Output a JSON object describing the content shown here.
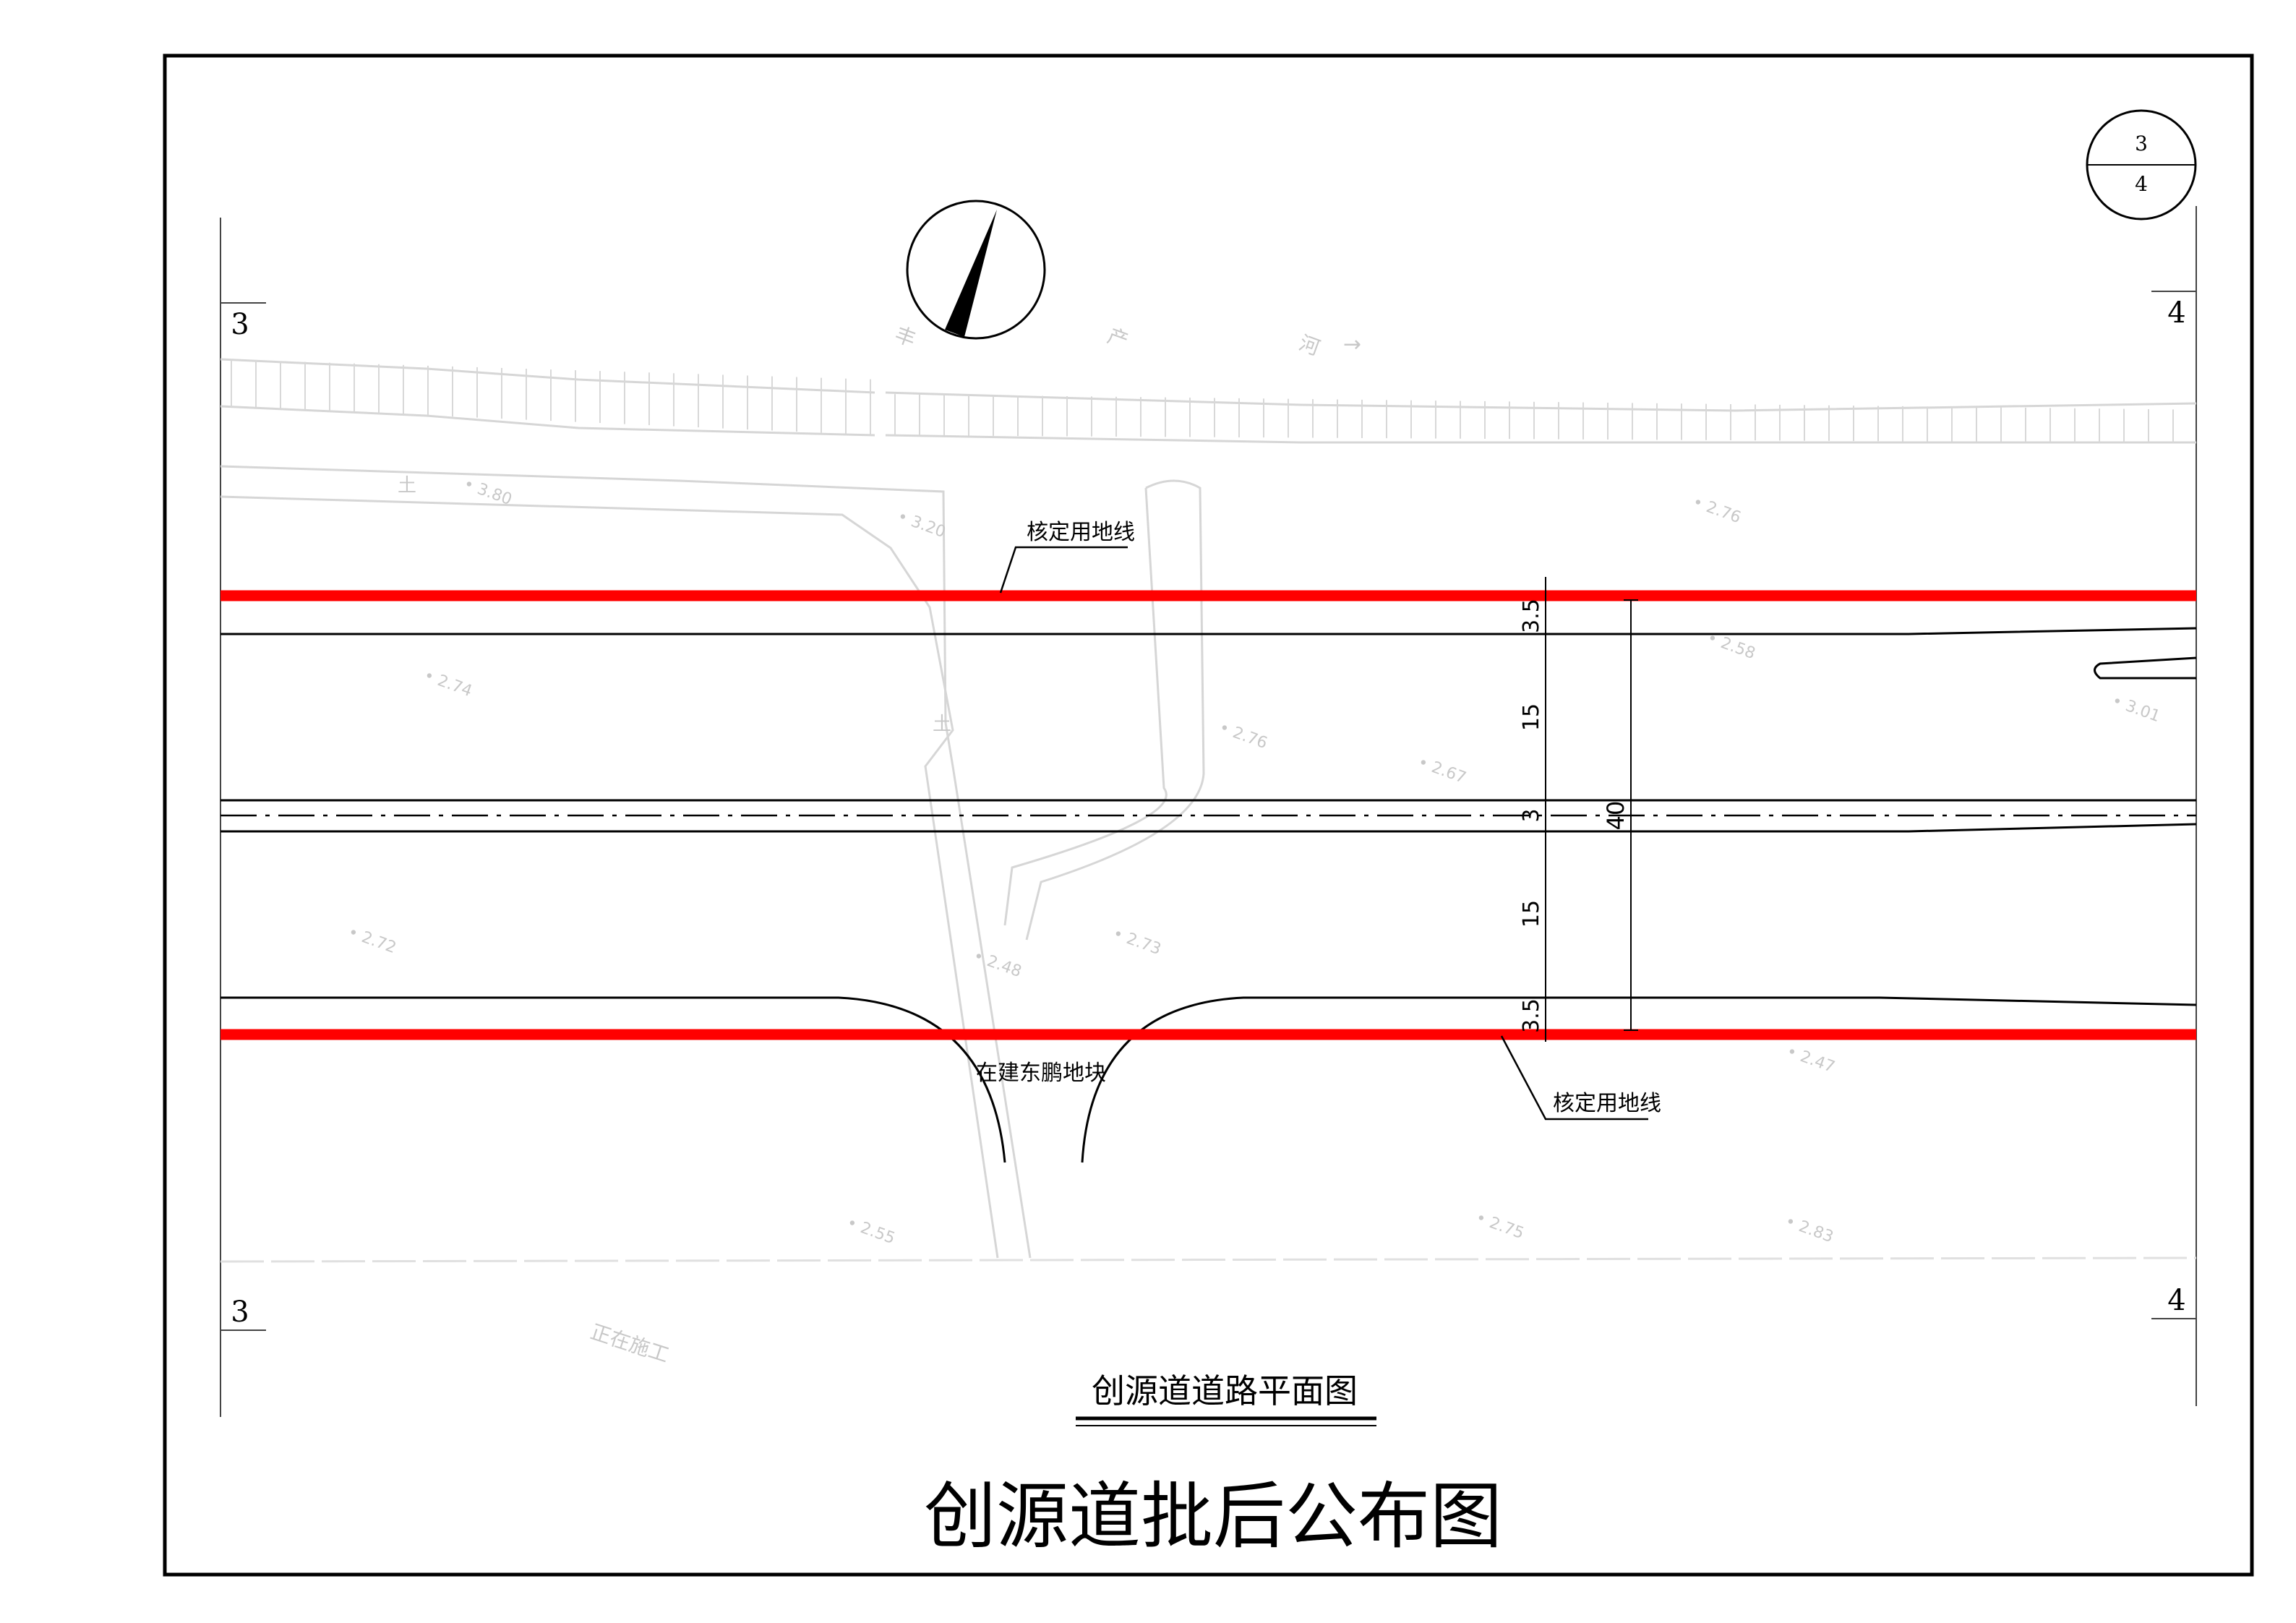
{
  "sheet": {
    "number_top": "3",
    "number_bottom": "4"
  },
  "section_marks": {
    "left_top": "3",
    "left_bottom": "3",
    "right_top": "4",
    "right_bottom": "4"
  },
  "river": {
    "chars": [
      "丰",
      "产",
      "河"
    ],
    "arrow": "→"
  },
  "labels": {
    "land_line_top": "核定用地线",
    "land_line_bottom": "核定用地线",
    "plot": "在建东鹏地块",
    "under_construction": "正在施工",
    "soil_1": "土",
    "soil_2": "土"
  },
  "elevations": [
    "3.80",
    "3.20",
    "2.74",
    "2.76",
    "2.58",
    "3.01",
    "2.76",
    "2.67",
    "2.72",
    "2.73",
    "2.48",
    "2.55",
    "2.75",
    "2.83",
    "2.47"
  ],
  "dimensions": {
    "d1": "3.5",
    "d2": "15",
    "d3": "3",
    "d4": "15",
    "d5": "3.5",
    "total": "40"
  },
  "titles": {
    "plan": "创源道道路平面图",
    "main": "创源道批后公布图"
  },
  "colors": {
    "land_line": "#ff0000",
    "road": "#000000",
    "background_features": "#c8c8c8"
  }
}
